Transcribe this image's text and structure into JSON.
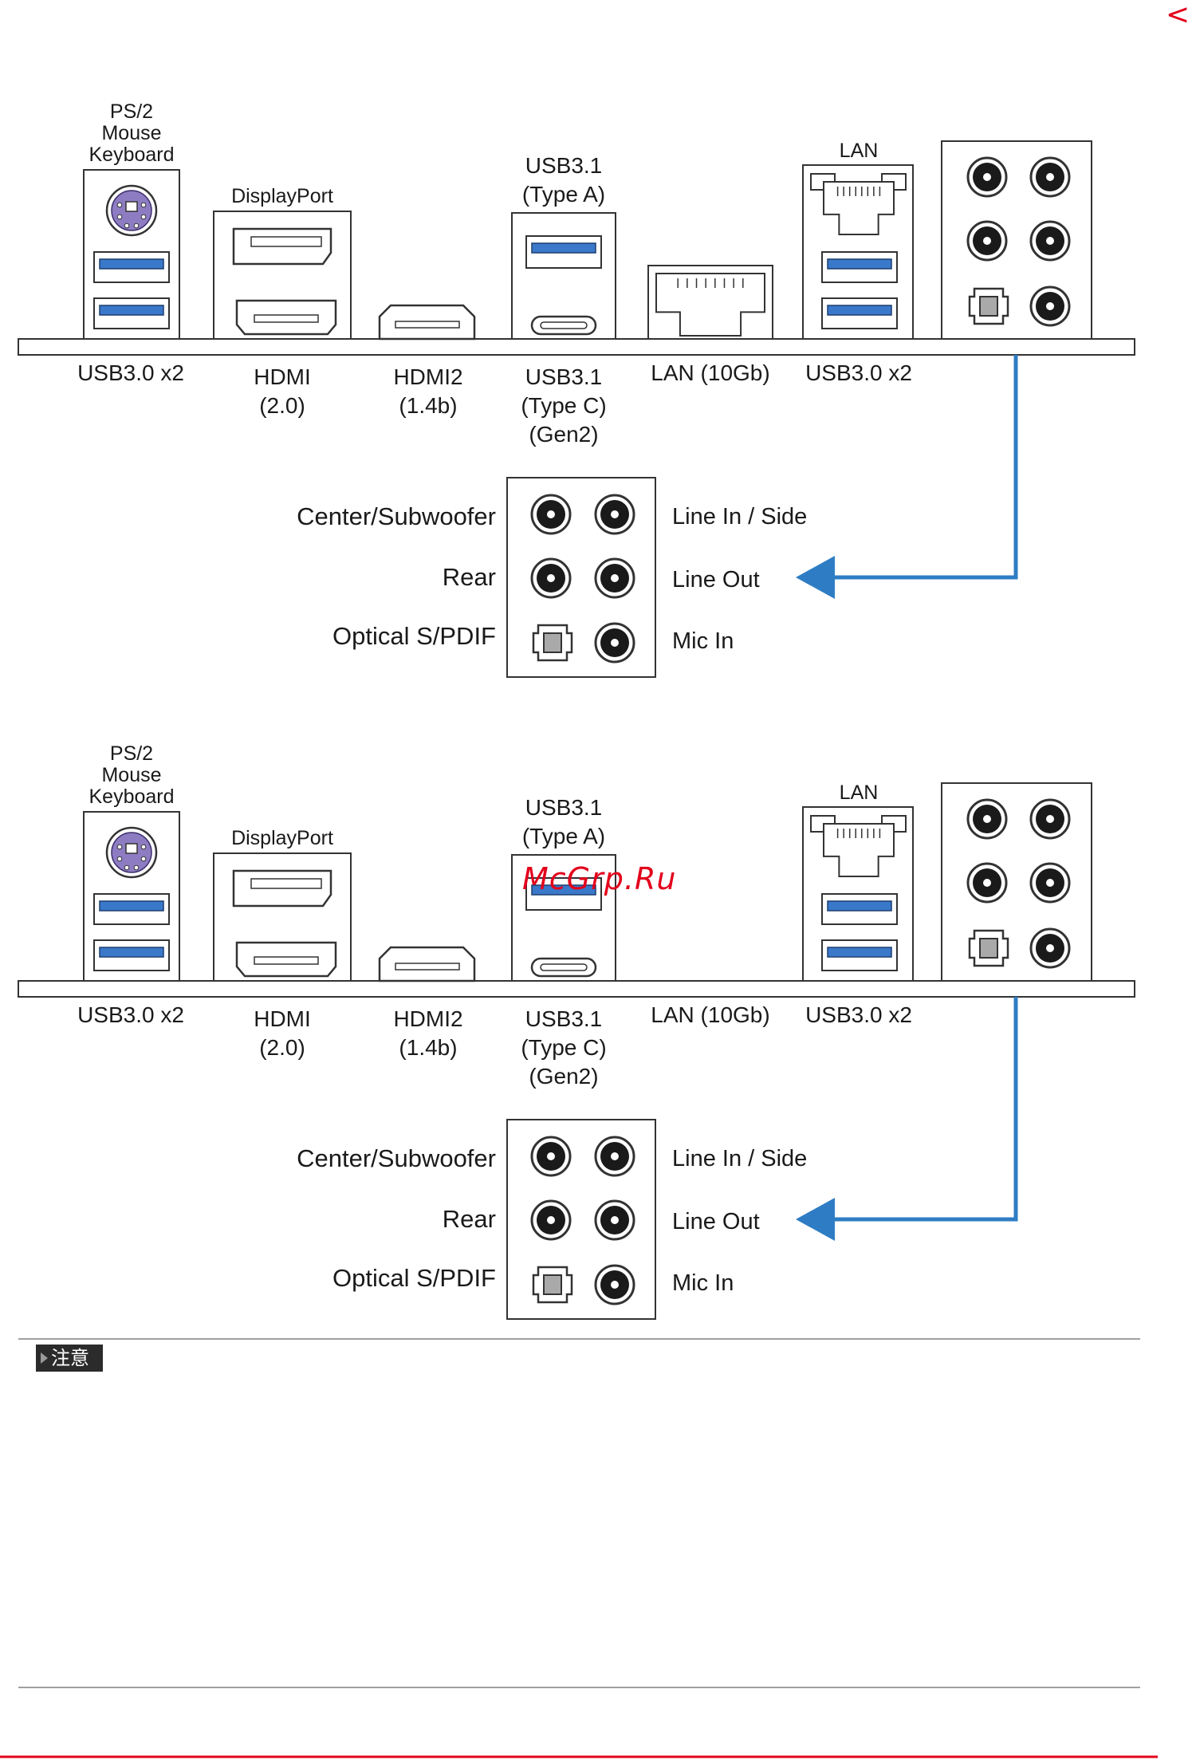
{
  "header_mark": "<",
  "watermark": "McGrp.Ru",
  "panels": [
    {
      "top_labels": {
        "ps2": [
          "PS/2",
          "Mouse",
          "Keyboard"
        ],
        "displayport": "DisplayPort",
        "usb31a": [
          "USB3.1",
          "(Type A)"
        ],
        "lan": "LAN"
      },
      "bottom_labels": {
        "usb_left": [
          "USB3.0 x2"
        ],
        "hdmi": [
          "HDMI",
          "(2.0)"
        ],
        "hdmi2": [
          "HDMI2",
          "(1.4b)"
        ],
        "usb31c": [
          "USB3.1",
          "(Type C)",
          "(Gen2)"
        ],
        "lan10": [
          "LAN (10Gb)"
        ],
        "usb_right": [
          "USB3.0 x2"
        ]
      },
      "lan10_port_shown": true,
      "audio": {
        "left": [
          "Center/Subwoofer",
          "Rear",
          "Optical S/PDIF"
        ],
        "right": [
          "Line In / Side",
          "Line Out",
          "Mic In"
        ]
      }
    },
    {
      "top_labels": {
        "ps2": [
          "PS/2",
          "Mouse",
          "Keyboard"
        ],
        "displayport": "DisplayPort",
        "usb31a": [
          "USB3.1",
          "(Type A)"
        ],
        "lan": "LAN"
      },
      "bottom_labels": {
        "usb_left": [
          "USB3.0 x2"
        ],
        "hdmi": [
          "HDMI",
          "(2.0)"
        ],
        "hdmi2": [
          "HDMI2",
          "(1.4b)"
        ],
        "usb31c": [
          "USB3.1",
          "(Type C)",
          "(Gen2)"
        ],
        "lan10": [
          "LAN (10Gb)"
        ],
        "usb_right": [
          "USB3.0 x2"
        ]
      },
      "lan10_port_shown": false,
      "audio": {
        "left": [
          "Center/Subwoofer",
          "Rear",
          "Optical S/PDIF"
        ],
        "right": [
          "Line In / Side",
          "Line Out",
          "Mic In"
        ]
      }
    }
  ],
  "note": {
    "label": "注意"
  },
  "colors": {
    "usb_blue": "#3a78c9",
    "arrow_blue": "#2e7dc4",
    "ps2_purple": "#8e7cc3",
    "brand_red": "#e3001b"
  }
}
